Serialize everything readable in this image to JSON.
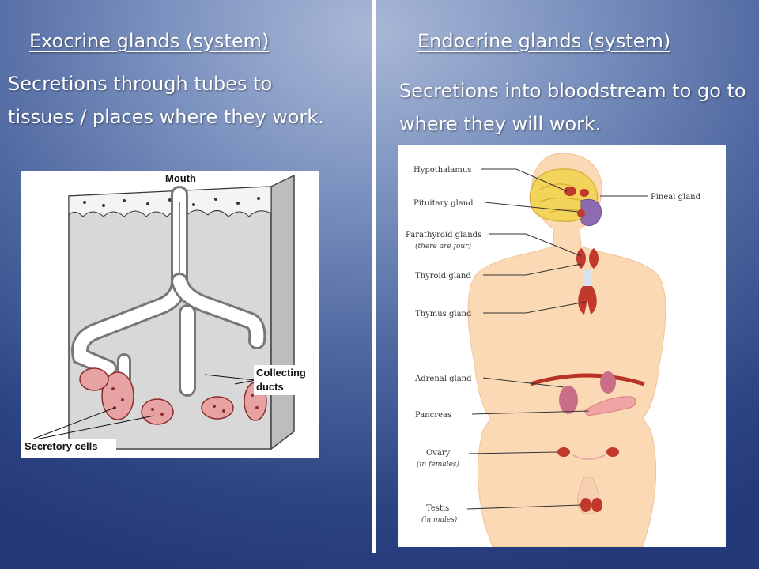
{
  "left": {
    "heading": "Exocrine glands (system)",
    "body": "Secretions through tubes to tissues / places where they work.",
    "figure": {
      "top_label": "Mouth",
      "ducts_line1": "Collecting",
      "ducts_line2": "ducts",
      "cells_label": "Secretory cells"
    }
  },
  "right": {
    "heading": "Endocrine glands (system)",
    "body": "Secretions into bloodstream to go to where they will work.",
    "figure": {
      "labels": {
        "hypothalamus": "Hypothalamus",
        "pituitary": "Pituitary gland",
        "pineal": "Pineal gland",
        "parathyroid": "Parathyroid glands",
        "parathyroid_note": "(there are four)",
        "thyroid": "Thyroid gland",
        "thymus": "Thymus gland",
        "adrenal": "Adrenal gland",
        "pancreas": "Pancreas",
        "ovary": "Ovary",
        "ovary_note": "(in females)",
        "testis": "Testis",
        "testis_note": "(in males)"
      }
    }
  },
  "colors": {
    "divider": "#ffffff",
    "text": "#ffffff",
    "gland_red": "#c0392b",
    "body_skin": "#fbd9b5"
  }
}
